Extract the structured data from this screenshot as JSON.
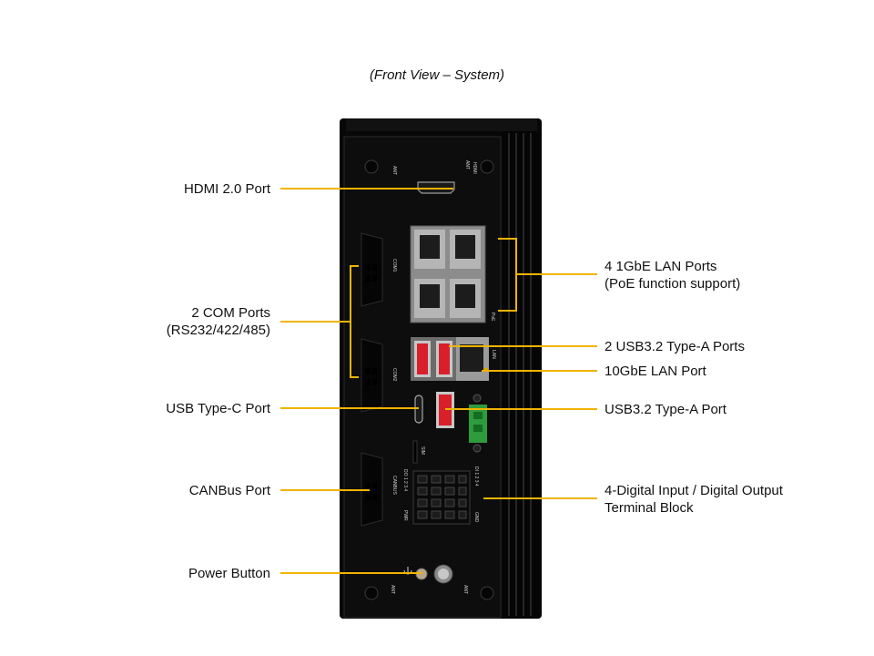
{
  "caption": "(Front View – System)",
  "colors": {
    "leader": "#f0b400",
    "chassis": "#0b0b0b",
    "usb": "#d81f2a",
    "terminal": "#2e9b3c"
  },
  "callouts_left": [
    {
      "id": "hdmi",
      "lines": [
        "HDMI 2.0 Port"
      ]
    },
    {
      "id": "com",
      "lines": [
        "2 COM Ports",
        "(RS232/422/485)"
      ]
    },
    {
      "id": "usbc",
      "lines": [
        "USB Type-C Port"
      ]
    },
    {
      "id": "canbus",
      "lines": [
        "CANBus Port"
      ]
    },
    {
      "id": "power",
      "lines": [
        "Power Button"
      ]
    }
  ],
  "callouts_right": [
    {
      "id": "lan4",
      "lines": [
        "4 1GbE LAN Ports",
        "(PoE function support)"
      ]
    },
    {
      "id": "usb2",
      "lines": [
        "2 USB3.2 Type-A Ports"
      ]
    },
    {
      "id": "lan10",
      "lines": [
        "10GbE LAN Port"
      ]
    },
    {
      "id": "usb1",
      "lines": [
        "USB3.2 Type-A Port"
      ]
    },
    {
      "id": "dio",
      "lines": [
        "4-Digital Input / Digital Output",
        "Terminal Block"
      ]
    }
  ],
  "panel_text": {
    "ant": "ANT",
    "hdmi": "HDMI",
    "com1": "COM1",
    "com2": "COM2",
    "lan": "LAN",
    "poe": "PoE",
    "sim": "SIM",
    "canbus": "CANBUS",
    "pwr": "PWR",
    "gnd": "GND",
    "dio_left": "DO 1 2 3 4",
    "dio_right": "DI 1 2 3 4"
  }
}
